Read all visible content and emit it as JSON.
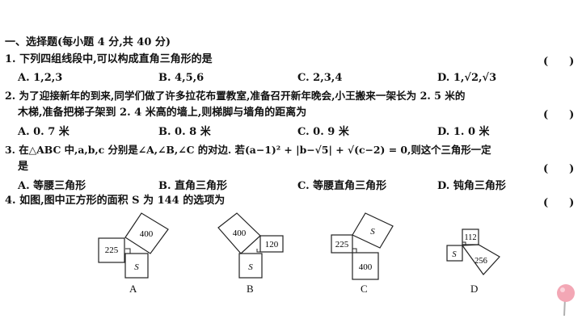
{
  "section_title": "一、选择题(每小题 4 分,共 40 分)",
  "answer_paren": "(　　)",
  "q1": {
    "stem": "1. 下列四组线段中,可以构成直角三角形的是",
    "options": [
      "A. 1,2,3",
      "B. 4,5,6",
      "C. 2,3,4",
      "D. 1,√2,√3"
    ]
  },
  "q2": {
    "stem_line1": "2. 为了迎接新年的到来,同学们做了许多拉花布置教室,准备召开新年晚会,小王搬来一架长为 2. 5 米的",
    "stem_line2": "木梯,准备把梯子架到 2. 4 米高的墙上,则梯脚与墙角的距离为",
    "options": [
      "A. 0. 7 米",
      "B. 0. 8 米",
      "C. 0. 9 米",
      "D. 1. 0 米"
    ]
  },
  "q3": {
    "stem_line1": "3. 在△ABC 中,a,b,c 分别是∠A,∠B,∠C 的对边. 若(a−1)² + |b−√5| + √(c−2) = 0,则这个三角形一定",
    "stem_line2": "是",
    "options": [
      "A. 等腰三角形",
      "B. 直角三角形",
      "C. 等腰直角三角形",
      "D. 钝角三角形"
    ]
  },
  "q4": {
    "stem": "4. 如图,图中正方形的面积 S 为 144 的选项为",
    "figures": [
      {
        "label": "A",
        "squares": [
          "225",
          "400",
          "S"
        ]
      },
      {
        "label": "B",
        "squares": [
          "400",
          "120",
          "S"
        ]
      },
      {
        "label": "C",
        "squares": [
          "225",
          "S",
          "400"
        ]
      },
      {
        "label": "D",
        "squares": [
          "112",
          "S",
          "256"
        ]
      }
    ]
  }
}
